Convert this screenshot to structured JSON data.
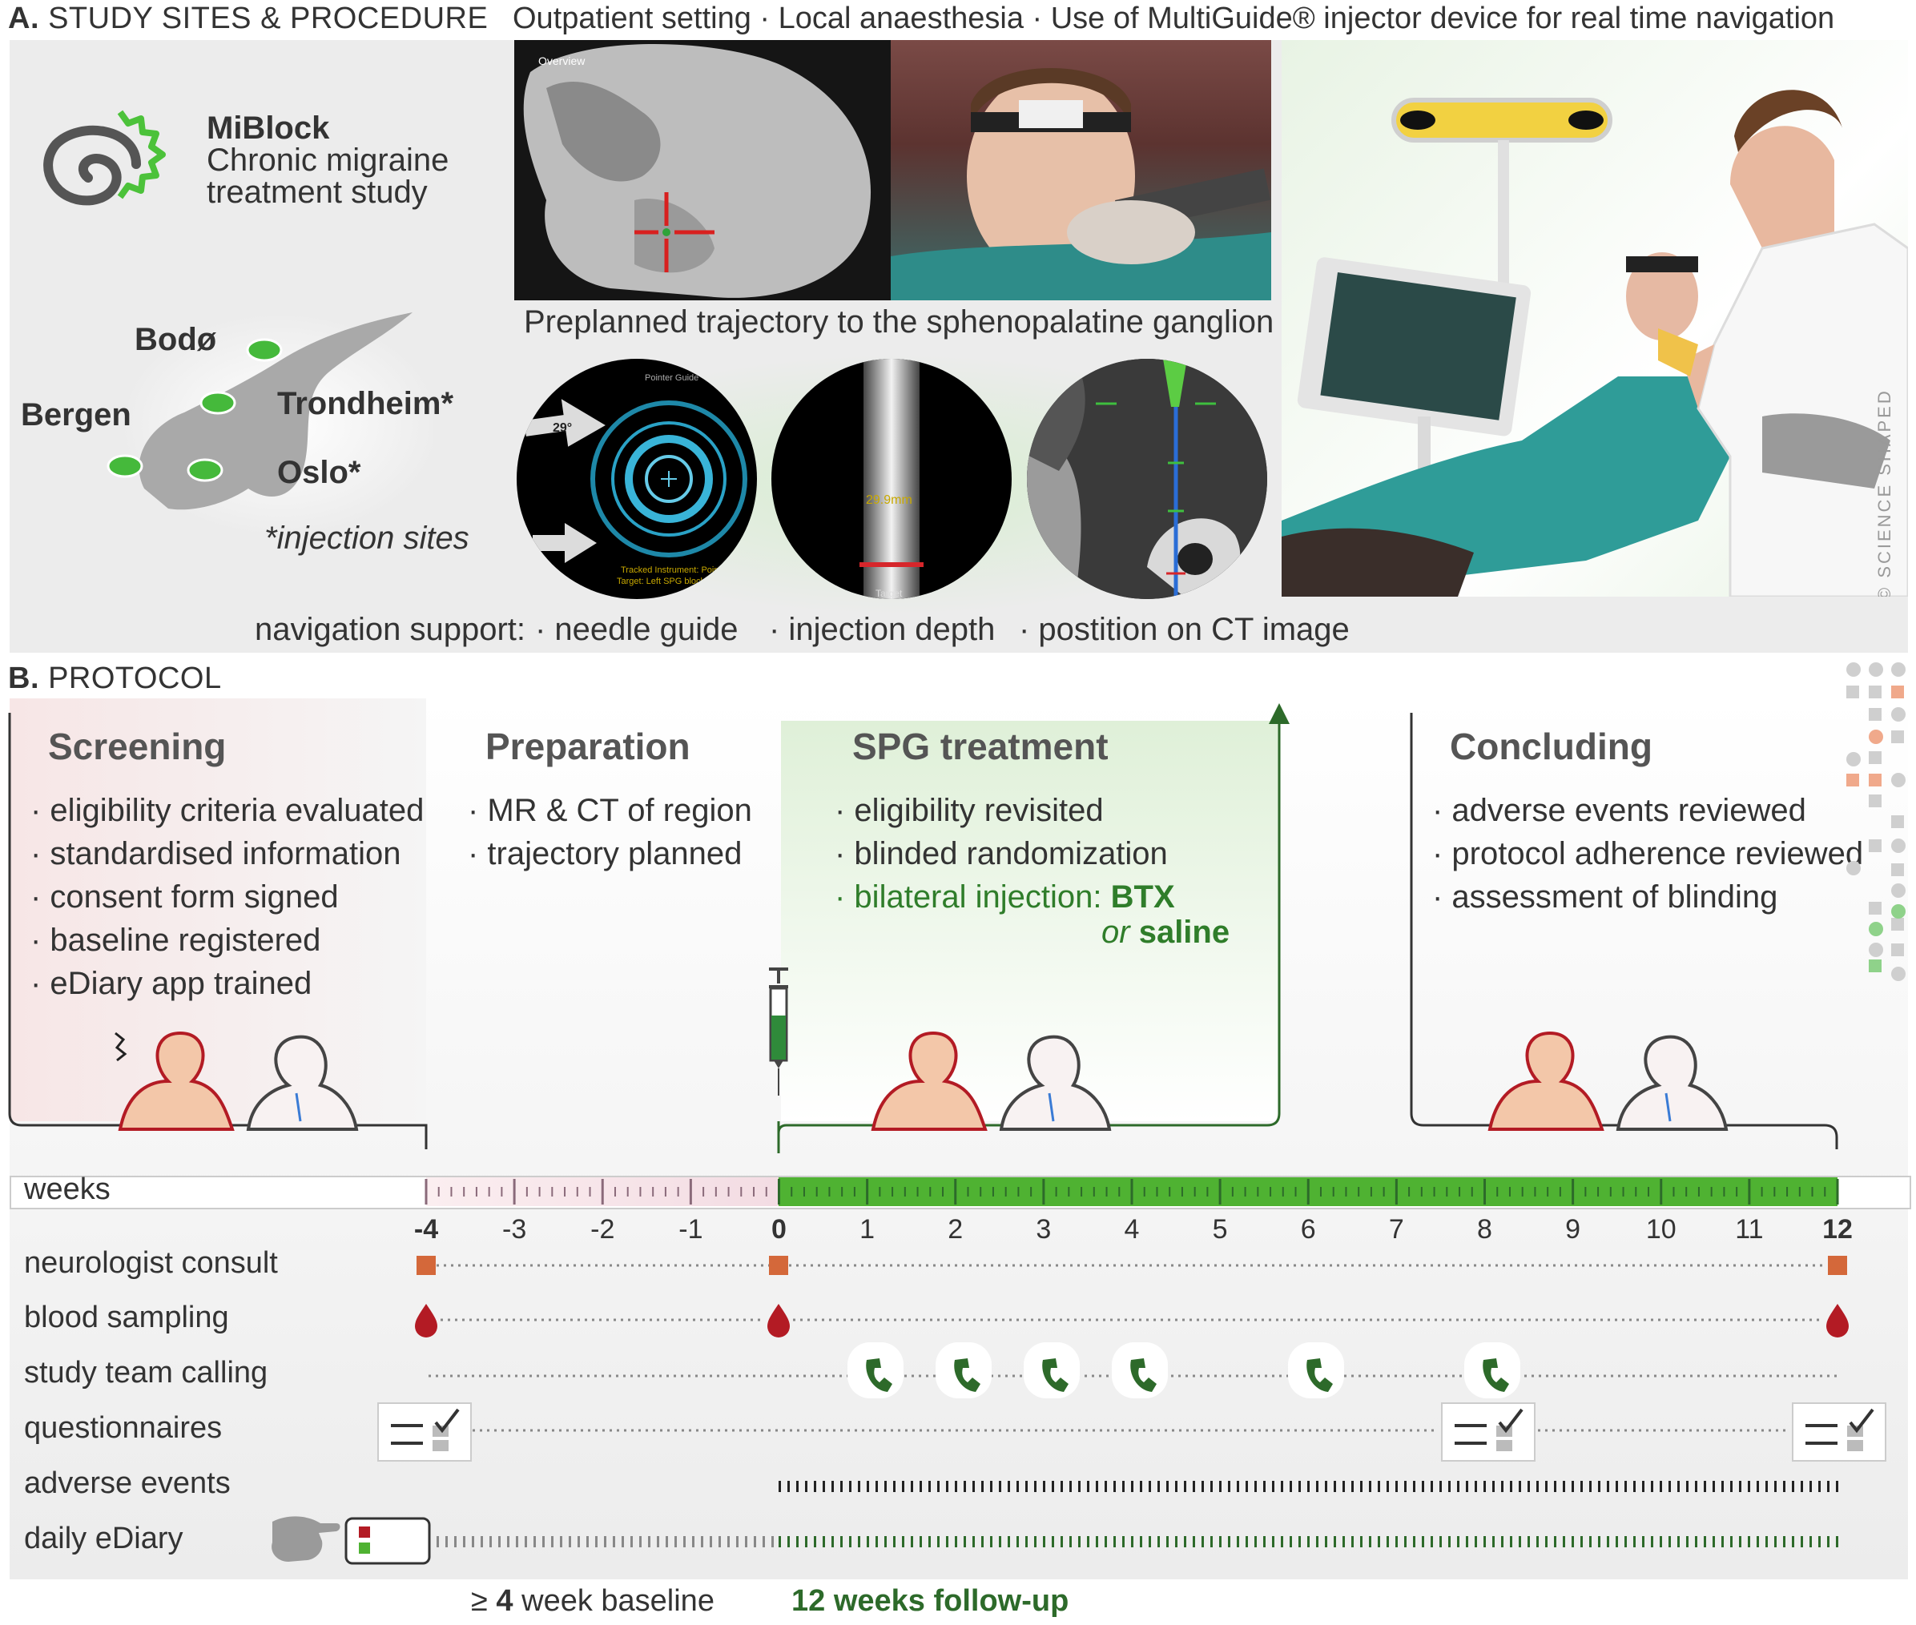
{
  "sectionA": {
    "letter": "A.",
    "title": "STUDY SITES & PROCEDURE",
    "topline": "Outpatient setting · Local anaesthesia · Use of MultiGuide® injector device for real time navigation",
    "logo": {
      "name": "MiBlock",
      "line1": "Chronic migraine",
      "line2": "treatment study"
    },
    "cities": [
      "Bodø",
      "Bergen",
      "Trondheim*",
      "Oslo*"
    ],
    "injection_note": "*injection sites",
    "trajectory_caption": "Preplanned trajectory to the sphenopalatine ganglion",
    "ct_overview_label": "Overview",
    "screen_texts": {
      "angle": "29°",
      "dist": "Tracked Instrument: Pointer",
      "target": "Target: Left SPG block",
      "depth": "29.9mm",
      "target_word": "Target",
      "pointer": "Pointer Guide"
    },
    "nav_support": "navigation support:",
    "nav_items": [
      "· needle guide",
      "· injection depth",
      "· postition on CT image"
    ],
    "credit": "© SCIENCE SHAPED"
  },
  "sectionB": {
    "letter": "B.",
    "title": "PROTOCOL",
    "phases": [
      {
        "title": "Screening",
        "items": [
          "· eligibility criteria evaluated",
          "· standardised information",
          "· consent form signed",
          "· baseline registered",
          "· eDiary app trained"
        ]
      },
      {
        "title": "Preparation",
        "items": [
          "· MR & CT of region",
          "· trajectory planned"
        ]
      },
      {
        "title": "SPG treatment",
        "items": [
          "· eligibility revisited",
          "· blinded randomization"
        ],
        "green_item": "· bilateral injection:",
        "green_bold": "BTX",
        "or_text": "or",
        "saline": "saline"
      },
      {
        "title": "Concluding",
        "items": [
          "· adverse events reviewed",
          "· protocol adherence reviewed",
          "· assessment of blinding"
        ]
      }
    ],
    "weeks_label": "weeks",
    "weeks": [
      "-4",
      "-3",
      "-2",
      "-1",
      "0",
      "1",
      "2",
      "3",
      "4",
      "5",
      "6",
      "7",
      "8",
      "9",
      "10",
      "11",
      "12"
    ],
    "rows": [
      "neurologist consult",
      "blood sampling",
      "study team calling",
      "questionnaires",
      "adverse events",
      "daily eDiary"
    ],
    "footer_baseline_pre": "≥",
    "footer_baseline_num": "4",
    "footer_baseline_post": "week baseline",
    "footer_followup": "12 weeks follow-up",
    "colors": {
      "green": "#3aa52b",
      "dark_green": "#2d6a2a",
      "orange": "#d4683a",
      "red": "#b31b24"
    }
  }
}
